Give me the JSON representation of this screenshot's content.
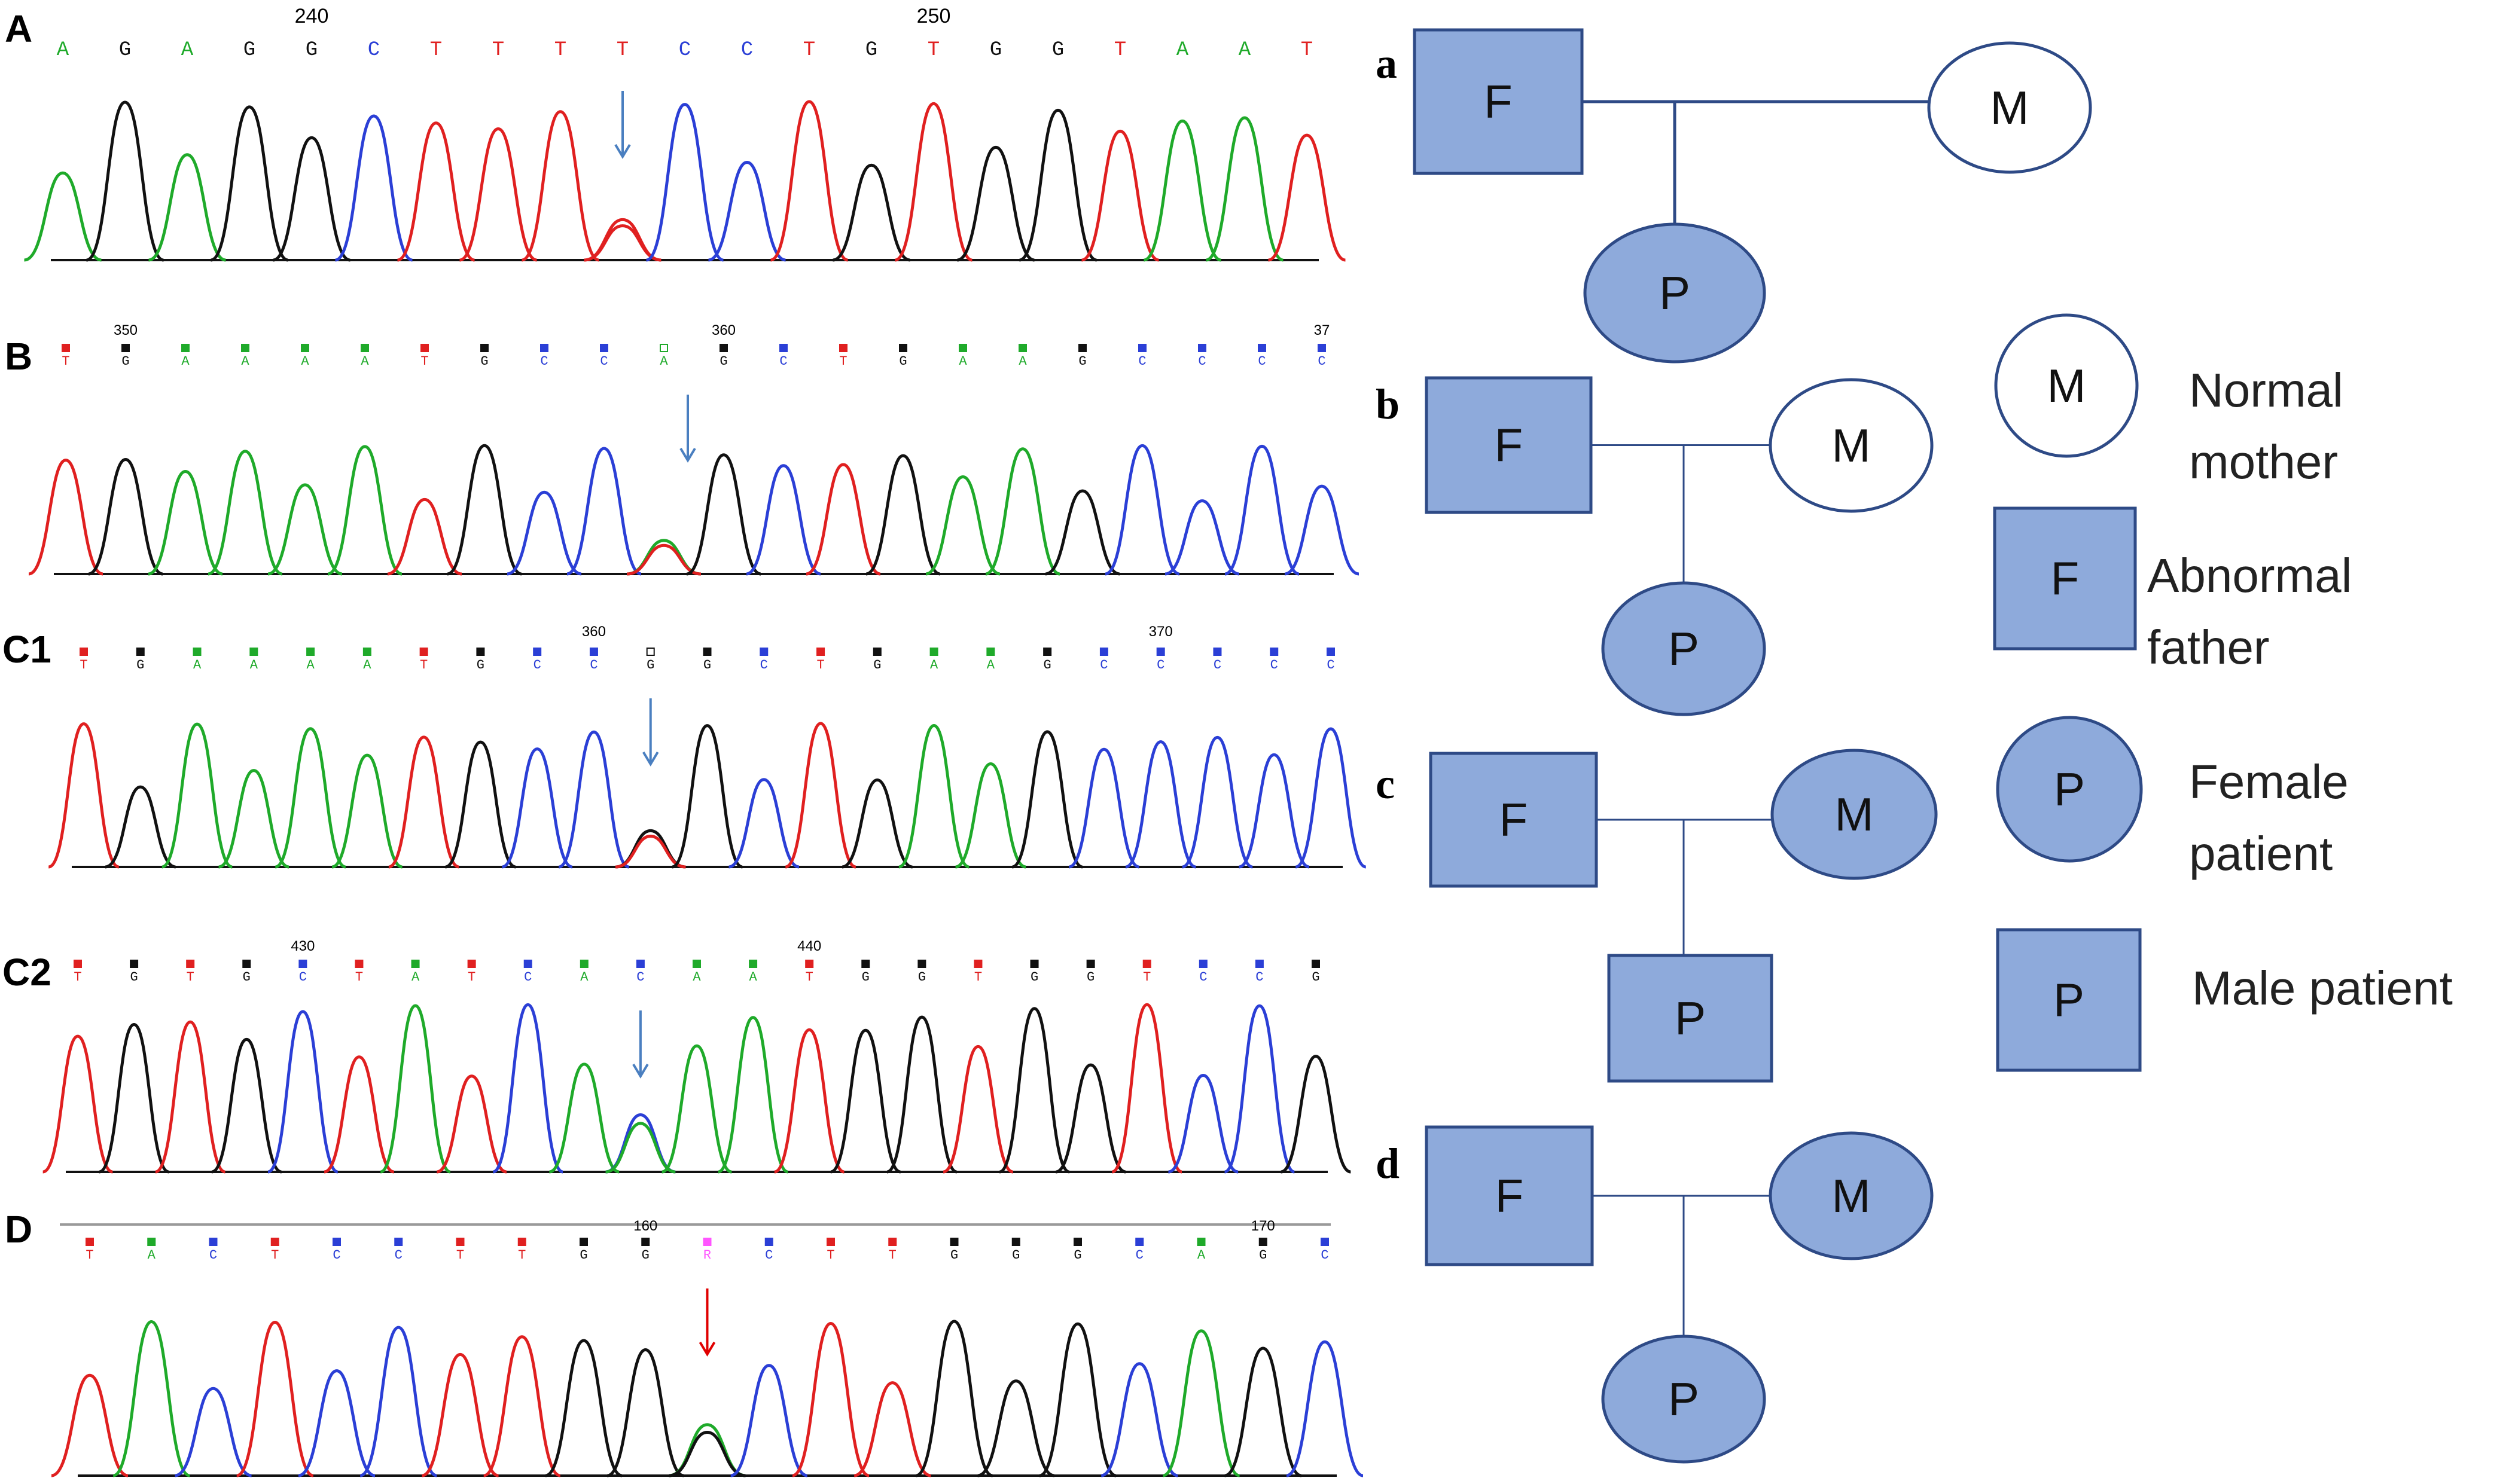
{
  "colors": {
    "A": "#1faa2a",
    "C": "#2b3fd6",
    "G": "#111111",
    "T": "#e02020",
    "N": "#9a9a9a",
    "R": "#ff55ff",
    "affected": "#8eaadb",
    "stroke": "#2e4a86",
    "arrow": "#4a7fc0",
    "arrow_red": "#e00000"
  },
  "panels": [
    {
      "id": "A",
      "label": "A",
      "bases": [
        "A",
        "G",
        "A",
        "G",
        "G",
        "C",
        "T",
        "T",
        "T",
        "T",
        "C",
        "C",
        "T",
        "G",
        "T",
        "G",
        "G",
        "T",
        "A",
        "A",
        "T"
      ],
      "positions": [
        {
          "index": 4,
          "text": "240"
        },
        {
          "index": 14,
          "text": "250"
        }
      ],
      "arrow_index": 9,
      "arrow_style": "blue"
    },
    {
      "id": "B",
      "label": "B",
      "bases": [
        "T",
        "G",
        "A",
        "A",
        "A",
        "A",
        "T",
        "G",
        "C",
        "C",
        "A",
        "G",
        "C",
        "T",
        "G",
        "A",
        "A",
        "G",
        "C",
        "C",
        "C",
        "C"
      ],
      "positions": [
        {
          "index": 1,
          "text": "350"
        },
        {
          "index": 11,
          "text": "360"
        },
        {
          "index": 21,
          "text": "37"
        }
      ],
      "arrow_index": 10,
      "arrow_style": "blue"
    },
    {
      "id": "C1",
      "label": "C1",
      "bases": [
        "T",
        "G",
        "A",
        "A",
        "A",
        "A",
        "T",
        "G",
        "C",
        "C",
        "G",
        "G",
        "C",
        "T",
        "G",
        "A",
        "A",
        "G",
        "C",
        "C",
        "C",
        "C",
        "C"
      ],
      "positions": [
        {
          "index": 9,
          "text": "360"
        },
        {
          "index": 19,
          "text": "370"
        }
      ],
      "arrow_index": 10,
      "arrow_style": "blue"
    },
    {
      "id": "C2",
      "label": "C2",
      "bases": [
        "T",
        "G",
        "T",
        "G",
        "C",
        "T",
        "A",
        "T",
        "C",
        "A",
        "C",
        "A",
        "A",
        "T",
        "G",
        "G",
        "T",
        "G",
        "G",
        "T",
        "C",
        "C",
        "G"
      ],
      "positions": [
        {
          "index": 4,
          "text": "430"
        },
        {
          "index": 13,
          "text": "440"
        }
      ],
      "arrow_index": 10,
      "arrow_style": "blue"
    },
    {
      "id": "D",
      "label": "D",
      "bases": [
        "T",
        "A",
        "C",
        "T",
        "C",
        "C",
        "T",
        "T",
        "G",
        "G",
        "R",
        "C",
        "T",
        "T",
        "G",
        "G",
        "G",
        "C",
        "A",
        "G",
        "C"
      ],
      "positions": [
        {
          "index": 9,
          "text": "160"
        },
        {
          "index": 19,
          "text": "170"
        }
      ],
      "arrow_index": 10,
      "arrow_style": "red"
    }
  ],
  "pedigrees": [
    {
      "label": "a",
      "father": "F",
      "mother": "M",
      "child": "P",
      "mother_affected": false,
      "child_shape": "circle"
    },
    {
      "label": "b",
      "father": "F",
      "mother": "M",
      "child": "P",
      "mother_affected": false,
      "child_shape": "circle"
    },
    {
      "label": "c",
      "father": "F",
      "mother": "M",
      "child": "P",
      "mother_affected": true,
      "child_shape": "square"
    },
    {
      "label": "d",
      "father": "F",
      "mother": "M",
      "child": "P",
      "mother_affected": true,
      "child_shape": "circle"
    }
  ],
  "legend": [
    {
      "symbol": "M",
      "shape": "circle",
      "affected": false,
      "line1": "Normal",
      "line2": "mother"
    },
    {
      "symbol": "F",
      "shape": "square",
      "affected": true,
      "line1": "Abnormal",
      "line2": "father"
    },
    {
      "symbol": "P",
      "shape": "circle",
      "affected": true,
      "line1": "Female",
      "line2": "patient"
    },
    {
      "symbol": "P",
      "shape": "square",
      "affected": true,
      "line1": "Male patient",
      "line2": ""
    }
  ]
}
